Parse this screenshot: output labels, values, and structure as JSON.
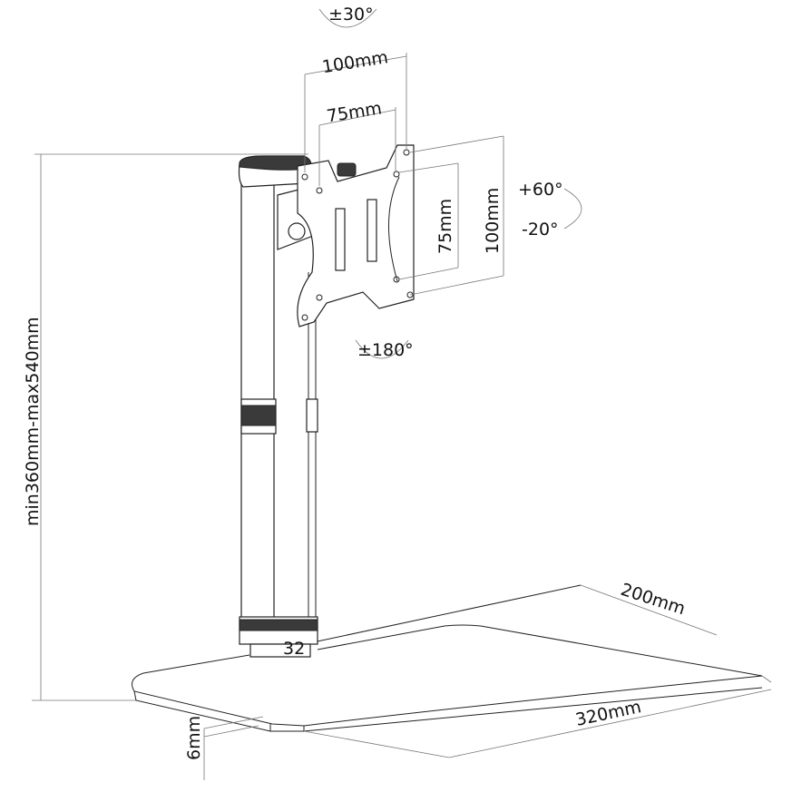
{
  "labels": {
    "tilt_top": "±30°",
    "vesa_width_large": "100mm",
    "vesa_width_small": "75mm",
    "vesa_height_small": "75mm",
    "vesa_height_large": "100mm",
    "tilt_up": "+60°",
    "tilt_down": "-20°",
    "rotation": "±180°",
    "height_range": "min360mm-max540mm",
    "base_depth": "200mm",
    "base_width": "320mm",
    "base_thickness": "6mm",
    "collar_mark": "32"
  }
}
